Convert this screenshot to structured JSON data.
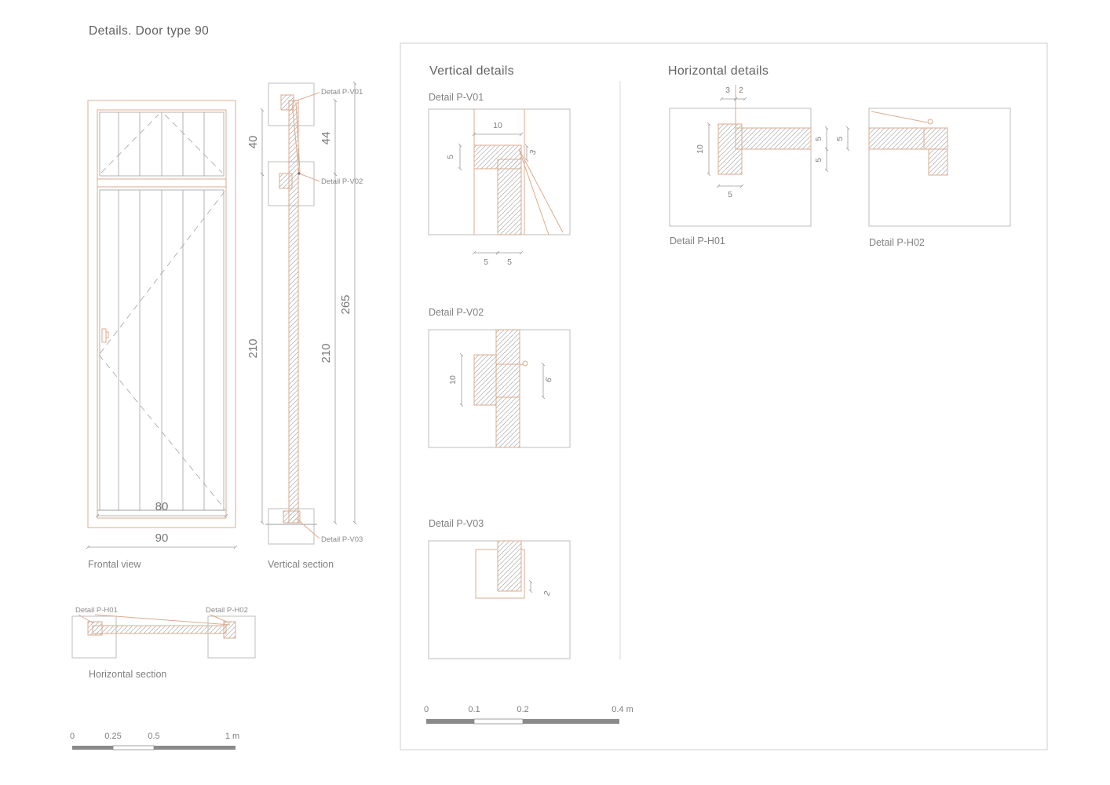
{
  "colors": {
    "accent_orange": "#dcab8f",
    "drawing_gray": "#9e9e9e",
    "text_gray": "#7d7d7d",
    "scale_bar": "#8a8a8a"
  },
  "title": "Details. Door type 90",
  "frontal": {
    "label": "Frontal view",
    "dim_leaf_width": "80",
    "dim_total_width": "90"
  },
  "vertical_section": {
    "label": "Vertical section",
    "dim_transom": "40",
    "dim_head": "44",
    "dim_leaf_left": "210",
    "dim_total": "265",
    "dim_leaf_right": "210",
    "leader_v01": "Detail P-V01",
    "leader_v02": "Detail P-V02",
    "leader_v03": "Detail P-V03"
  },
  "horizontal_section": {
    "label": "Horizontal section",
    "leader_h01": "Detail P-H01",
    "leader_h02": "Detail P-H02"
  },
  "scale_main": {
    "t0": "0",
    "t1": "0.25",
    "t2": "0.5",
    "t3": "1 m"
  },
  "details": {
    "vertical_heading": "Vertical details",
    "horizontal_heading": "Horizontal details",
    "pv01": {
      "label": "Detail P-V01",
      "dim_top": "10",
      "dim_left": "5",
      "dim_right": "3",
      "dim_b1": "5",
      "dim_b2": "5"
    },
    "pv02": {
      "label": "Detail P-V02",
      "dim_left": "10",
      "dim_right": "6"
    },
    "pv03": {
      "label": "Detail P-V03",
      "dim_right": "2"
    },
    "ph01": {
      "label": "Detail P-H01",
      "dim_t1": "3",
      "dim_t2": "2",
      "dim_left": "10",
      "dim_bottom": "5",
      "dim_r1": "5",
      "dim_r2": "5"
    },
    "ph02": {
      "label": "Detail P-H02",
      "dim_left": "5"
    },
    "scale": {
      "t0": "0",
      "t1": "0.1",
      "t2": "0.2",
      "t3": "0.4 m"
    }
  }
}
